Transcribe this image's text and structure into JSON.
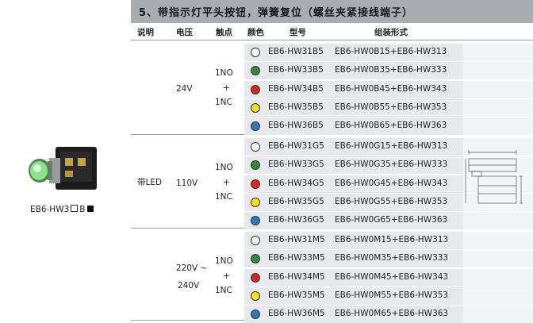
{
  "header": {
    "title": "5、带指示灯平头按钮，弹簧复位（螺丝夹紧接线端子）"
  },
  "columns": {
    "desc": "说明",
    "voltage": "电压",
    "contact": "触点",
    "color": "颜色",
    "model": "型号",
    "assembly": "组装形式"
  },
  "product": {
    "caption": "EB6-HW3",
    "caption_mid": "B",
    "desc": "带LED"
  },
  "colors": {
    "white": "#ffffff",
    "green": "#2f8a3a",
    "red": "#d6261e",
    "yellow": "#f2e21b",
    "blue": "#2b7bbd"
  },
  "groups": [
    {
      "voltage_line1": "24V",
      "voltage_line2": "",
      "contact_line1": "1NO",
      "contact_plus": "+",
      "contact_line2": "1NC",
      "rows": [
        {
          "color": "white",
          "model": "EB6-HW31B5",
          "assembly": "EB6-HW0B15+EB6-HW313"
        },
        {
          "color": "green",
          "model": "EB6-HW33B5",
          "assembly": "EB6-HW0B35+EB6-HW333"
        },
        {
          "color": "red",
          "model": "EB6-HW34B5",
          "assembly": "EB6-HW0B45+EB6-HW343"
        },
        {
          "color": "yellow",
          "model": "EB6-HW35B5",
          "assembly": "EB6-HW0B55+EB6-HW353"
        },
        {
          "color": "blue",
          "model": "EB6-HW36B5",
          "assembly": "EB6-HW0B65+EB6-HW363"
        }
      ]
    },
    {
      "voltage_line1": "110V",
      "voltage_line2": "",
      "contact_line1": "1NO",
      "contact_plus": "+",
      "contact_line2": "1NC",
      "rows": [
        {
          "color": "white",
          "model": "EB6-HW31G5",
          "assembly": "EB6-HW0G15+EB6-HW313"
        },
        {
          "color": "green",
          "model": "EB6-HW33G5",
          "assembly": "EB6-HW0G35+EB6-HW333"
        },
        {
          "color": "red",
          "model": "EB6-HW34G5",
          "assembly": "EB6-HW0G45+EB6-HW343"
        },
        {
          "color": "yellow",
          "model": "EB6-HW35G5",
          "assembly": "EB6-HW0G55+EB6-HW353"
        },
        {
          "color": "blue",
          "model": "EB6-HW36G5",
          "assembly": "EB6-HW0G65+EB6-HW363"
        }
      ]
    },
    {
      "voltage_line1": "220V ~",
      "voltage_line2": "240V",
      "contact_line1": "1NO",
      "contact_plus": "+",
      "contact_line2": "1NC",
      "rows": [
        {
          "color": "white",
          "model": "EB6-HW31M5",
          "assembly": "EB6-HW0M15+EB6-HW313"
        },
        {
          "color": "green",
          "model": "EB6-HW33M5",
          "assembly": "EB6-HW0M35+EB6-HW333"
        },
        {
          "color": "red",
          "model": "EB6-HW34M5",
          "assembly": "EB6-HW0M45+EB6-HW343"
        },
        {
          "color": "yellow",
          "model": "EB6-HW35M5",
          "assembly": "EB6-HW0M55+EB6-HW353"
        },
        {
          "color": "blue",
          "model": "EB6-HW36M5",
          "assembly": "EB6-HW0M65+EB6-HW363"
        }
      ]
    }
  ]
}
